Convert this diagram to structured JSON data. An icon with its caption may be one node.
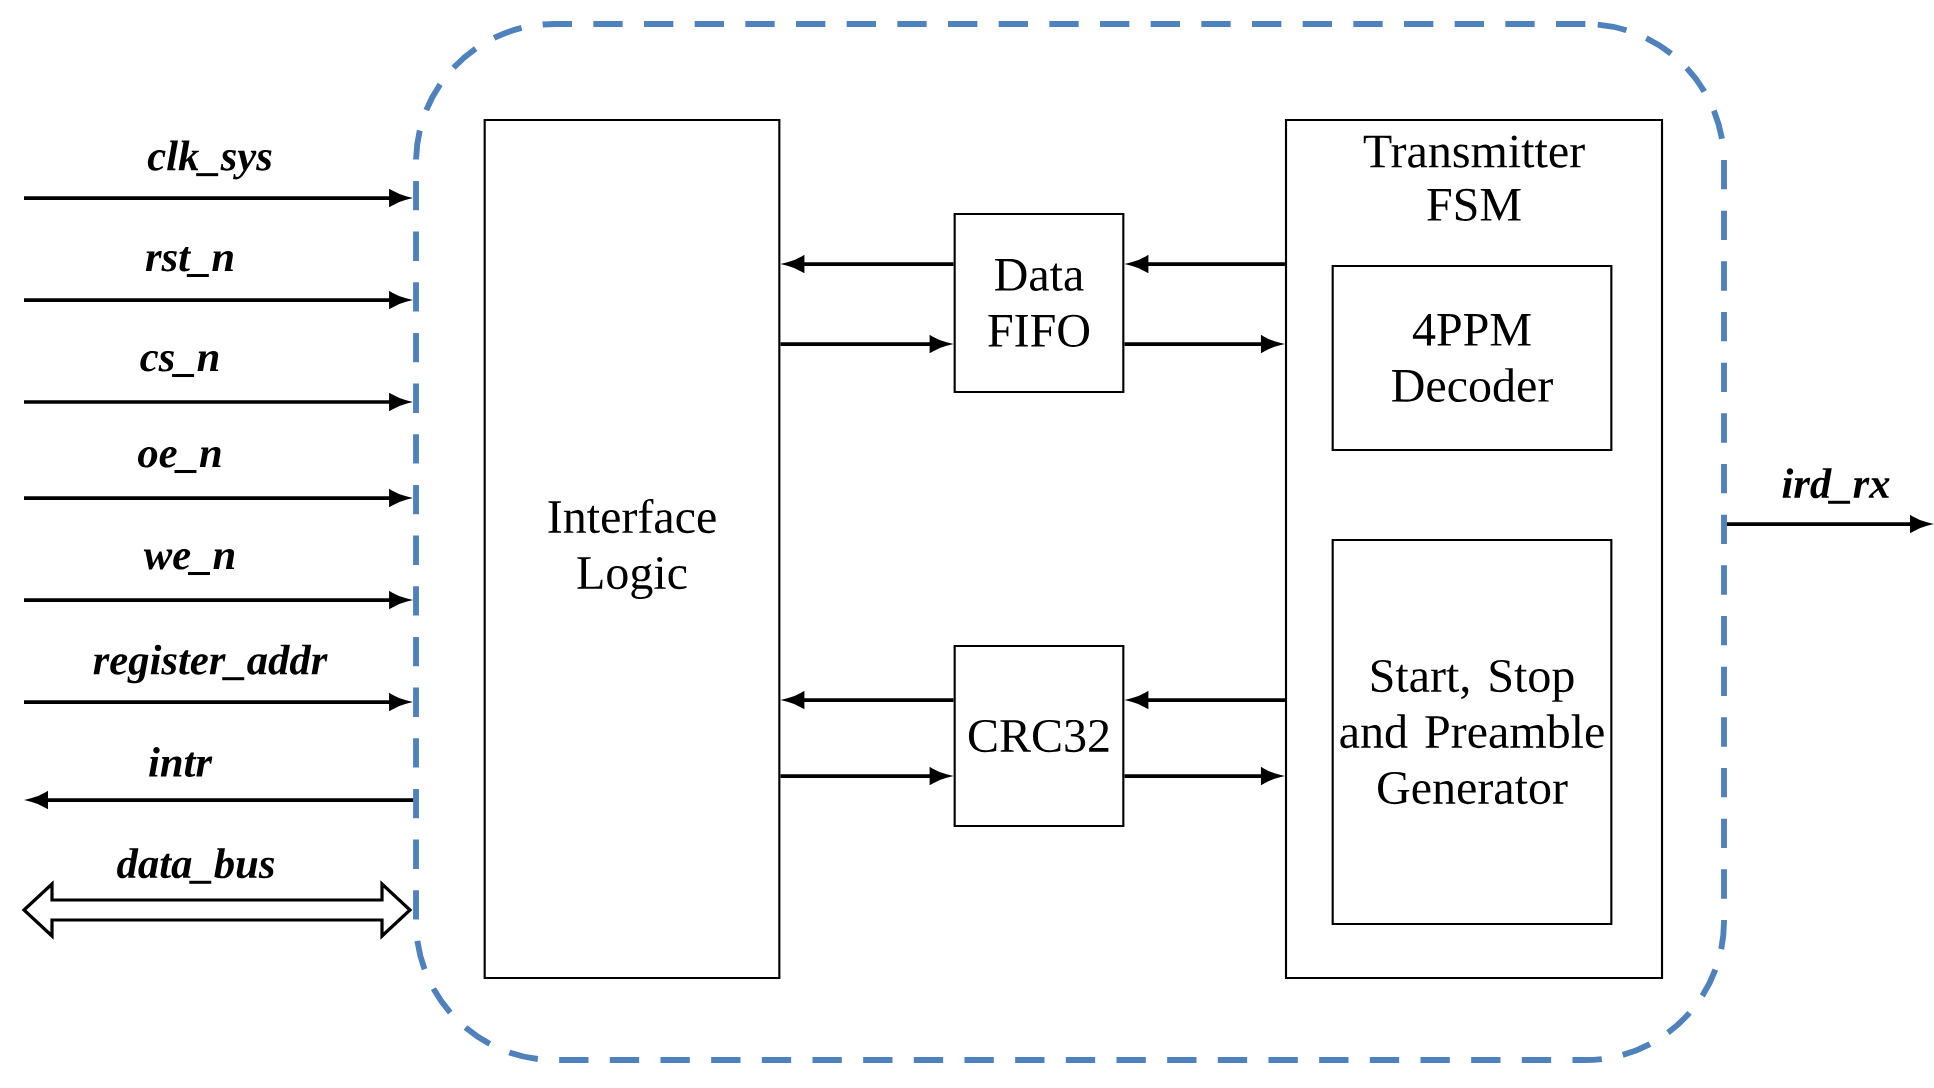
{
  "diagram": {
    "nodes": [
      {
        "text": [],
        "shape": "box"
      },
      {
        "text": [
          "Interface Logic"
        ],
        "in": 0
      },
      {
        "text": [
          "Data FIFO"
        ],
        "in": 0
      },
      {
        "text": [
          "CRC32"
        ],
        "in": 0
      },
      {
        "text": [
          "Transmitter FSM"
        ],
        "in": 0
      },
      {
        "text": [
          "4PPM Decoder"
        ],
        "in": 4
      },
      {
        "text": [
          "Start, Stop and Preamble Generator"
        ],
        "in": 4
      }
    ],
    "edges": [
      {
        "from": null,
        "to": 0,
        "arrow": "to",
        "label": "clk_sys"
      },
      {
        "from": null,
        "to": 0,
        "arrow": "to",
        "label": "rst_n"
      },
      {
        "from": null,
        "to": 0,
        "arrow": "to",
        "label": "cs_n"
      },
      {
        "from": null,
        "to": 0,
        "arrow": "to",
        "label": "oe_n"
      },
      {
        "from": null,
        "to": 0,
        "arrow": "to",
        "label": "we_n"
      },
      {
        "from": null,
        "to": 0,
        "arrow": "to",
        "label": "register_addr"
      },
      {
        "from": 0,
        "to": null,
        "arrow": "to",
        "label": "intr"
      },
      {
        "from": null,
        "to": 0,
        "arrow": "both",
        "label": "data_bus",
        "style": "thick"
      },
      {
        "from": 0,
        "to": null,
        "arrow": "to",
        "label": "ird_rx"
      },
      {
        "from": 2,
        "to": 1,
        "arrow": "to"
      },
      {
        "from": 1,
        "to": 2,
        "arrow": "to"
      },
      {
        "from": 4,
        "to": 2,
        "arrow": "to"
      },
      {
        "from": 2,
        "to": 4,
        "arrow": "to"
      },
      {
        "from": 3,
        "to": 1,
        "arrow": "to"
      },
      {
        "from": 1,
        "to": 3,
        "arrow": "to"
      },
      {
        "from": 4,
        "to": 3,
        "arrow": "to"
      },
      {
        "from": 3,
        "to": 4,
        "arrow": "to"
      }
    ]
  }
}
